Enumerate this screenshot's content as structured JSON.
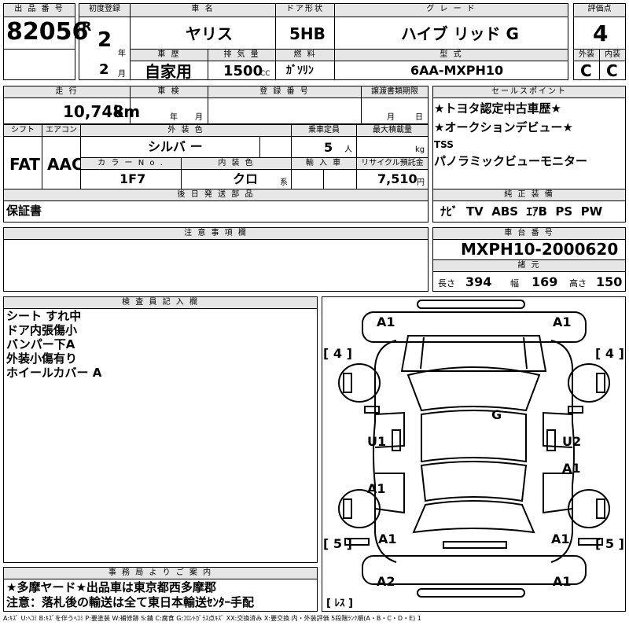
{
  "top": {
    "lot_label": "出 品 番 号",
    "lot_number": "82056",
    "first_reg_label": "初度登録",
    "era": "R",
    "year_value": "2",
    "year_unit": "年",
    "month_value": "2",
    "month_unit": "月",
    "car_name_label": "車 名",
    "car_name": "ヤリス",
    "door_label": "ドア形状",
    "door_value": "5HB",
    "grade_label": "グ レ ー ド",
    "grade_value": "ハイブ リッド G",
    "score_label": "評価点",
    "score_value": "4",
    "exterior_label": "外装",
    "interior_label": "内装",
    "exterior_value": "C",
    "interior_value": "C",
    "history_label": "車 歴",
    "history_value": "自家用",
    "displacement_label": "排 気 量",
    "displacement_value": "1500",
    "displacement_unit": "CC",
    "fuel_label": "燃 料",
    "fuel_value": "ｶﾞｿﾘﾝ",
    "model_label": "型 式",
    "model_value": "6AA-MXPH10"
  },
  "row2": {
    "mileage_label": "走 行",
    "mileage_value": "10,748",
    "mileage_unit": "km",
    "inspection_label": "車 検",
    "inspection_year_unit": "年",
    "inspection_month_unit": "月",
    "reg_no_label": "登 録 番 号",
    "transfer_label": "譲渡書類期限",
    "transfer_month_unit": "月",
    "transfer_day_unit": "日"
  },
  "sales_points": {
    "label": "セールスポイント",
    "lines": [
      "★トヨタ認定中古車歴★",
      "★オークションデビュー★",
      "TSS",
      "パノラミックビューモニター"
    ]
  },
  "row3": {
    "shift_label": "シフト",
    "shift_value": "FAT",
    "ac_label": "エアコン",
    "ac_value": "AAC",
    "ext_color_label": "外 装 色",
    "ext_color_value": "シルバ ー",
    "capacity_label": "乗車定員",
    "capacity_value": "5",
    "capacity_unit": "人",
    "load_label": "最大積載量",
    "load_unit": "kg",
    "color_no_label": "カ ラ ー N o .",
    "color_no_value": "1F7",
    "int_color_label": "内 装 色",
    "int_color_value": "クロ",
    "int_color_unit": "系",
    "import_label": "輸 入 車",
    "recycle_label": "リサイクル預託金",
    "recycle_value": "7,510",
    "recycle_unit": "円"
  },
  "later_parts": {
    "label": "後 日 発 送 部 品",
    "value": "保証書"
  },
  "equipment": {
    "label": "純 正 装 備",
    "value": "ﾅﾋﾞ  TV  ABS  ｴｱB  PS  PW"
  },
  "notes": {
    "label": "注 意 事 項 欄"
  },
  "chassis": {
    "label": "車 台 番 号",
    "value": "MXPH10-2000620",
    "dims_label": "諸 元",
    "length_label": "長さ",
    "length_value": "394",
    "width_label": "幅",
    "width_value": "169",
    "height_label": "高さ",
    "height_value": "150"
  },
  "inspector": {
    "label": "検 査 員 記 入 欄",
    "lines": [
      "シート すれ中",
      "ドア内張傷小",
      "バンパー下A",
      "外装小傷有り",
      "ホイールカバー A"
    ]
  },
  "diagram": {
    "marks": [
      "A1",
      "A1",
      "[ 4 ]",
      "[ 4 ]",
      "G",
      "U1",
      "U2",
      "A1",
      "A1",
      "A1",
      "A1",
      "[ 5 ]",
      "[ 5 ]",
      "A2",
      "A1",
      "[ ﾚｽ ]"
    ]
  },
  "office": {
    "label": "事 務 局 よ り ご 案 内",
    "line1": "★多摩ヤード★出品車は東京都西多摩郡",
    "line2": "注意：落札後の輸送は全て東日本輸送ｾﾝﾀｰ手配"
  },
  "legend": {
    "text": "A:ｷｽﾞ U:ﾍｺﾐ B:ｷｽﾞを伴うﾍｺﾐ P:要塗装 W:補修跡 S:錆 C:腐食 G:ﾌﾛﾝﾄｶﾞﾗｽ点ｷｽﾞ XX:交換済み X:要交換  内・外装評価  5段階ﾗﾝｸ順(A・B・C・D・E) 1"
  }
}
